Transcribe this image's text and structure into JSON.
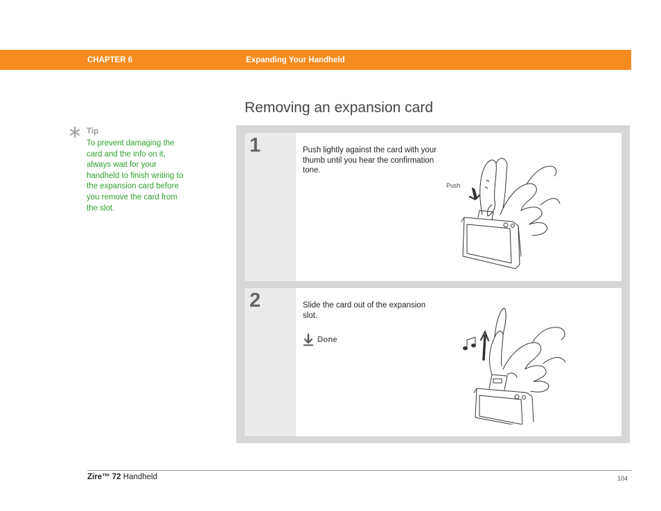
{
  "header": {
    "chapter": "CHAPTER 6",
    "title": "Expanding Your Handheld",
    "bg_color": "#f68b1f"
  },
  "page_title": "Removing an expansion card",
  "tip": {
    "icon": "asterisk-icon",
    "label": "Tip",
    "text": "To prevent damaging the card and the info on it, always wait for your handheld to finish writing to the expansion card before you remove the card from the slot.",
    "text_color": "#2fa12f"
  },
  "steps": [
    {
      "number": "1",
      "text": "Push lightly against the card with your thumb until you hear the confirmation tone.",
      "illustration": "hand-pushing-card-icon",
      "callout": "Push"
    },
    {
      "number": "2",
      "text": "Slide the card out of the expansion slot.",
      "done_label": "Done",
      "done_icon": "done-arrow-icon",
      "illustration": "hand-removing-card-icon"
    }
  ],
  "footer": {
    "product_bold": "Zire™ 72",
    "product_rest": " Handheld",
    "page_number": "104"
  }
}
